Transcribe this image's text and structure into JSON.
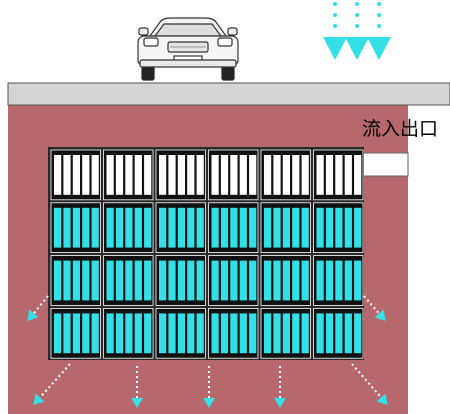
{
  "inlet_outlet_label": "流入出口",
  "colors": {
    "background": "#ffffff",
    "road": "#d4d4d4",
    "soil": "#b6686d",
    "frame": "#2a2a2a",
    "water": "#33e0e8",
    "empty_cell": "#ffffff",
    "water_drop": "#33e0e8",
    "pipe": "#ffffff"
  },
  "storage_grid": {
    "columns": 6,
    "rows": 4,
    "filled_rows": 3
  },
  "icons": [
    "car-icon",
    "rain-icon",
    "infiltration-arrow-icon"
  ]
}
